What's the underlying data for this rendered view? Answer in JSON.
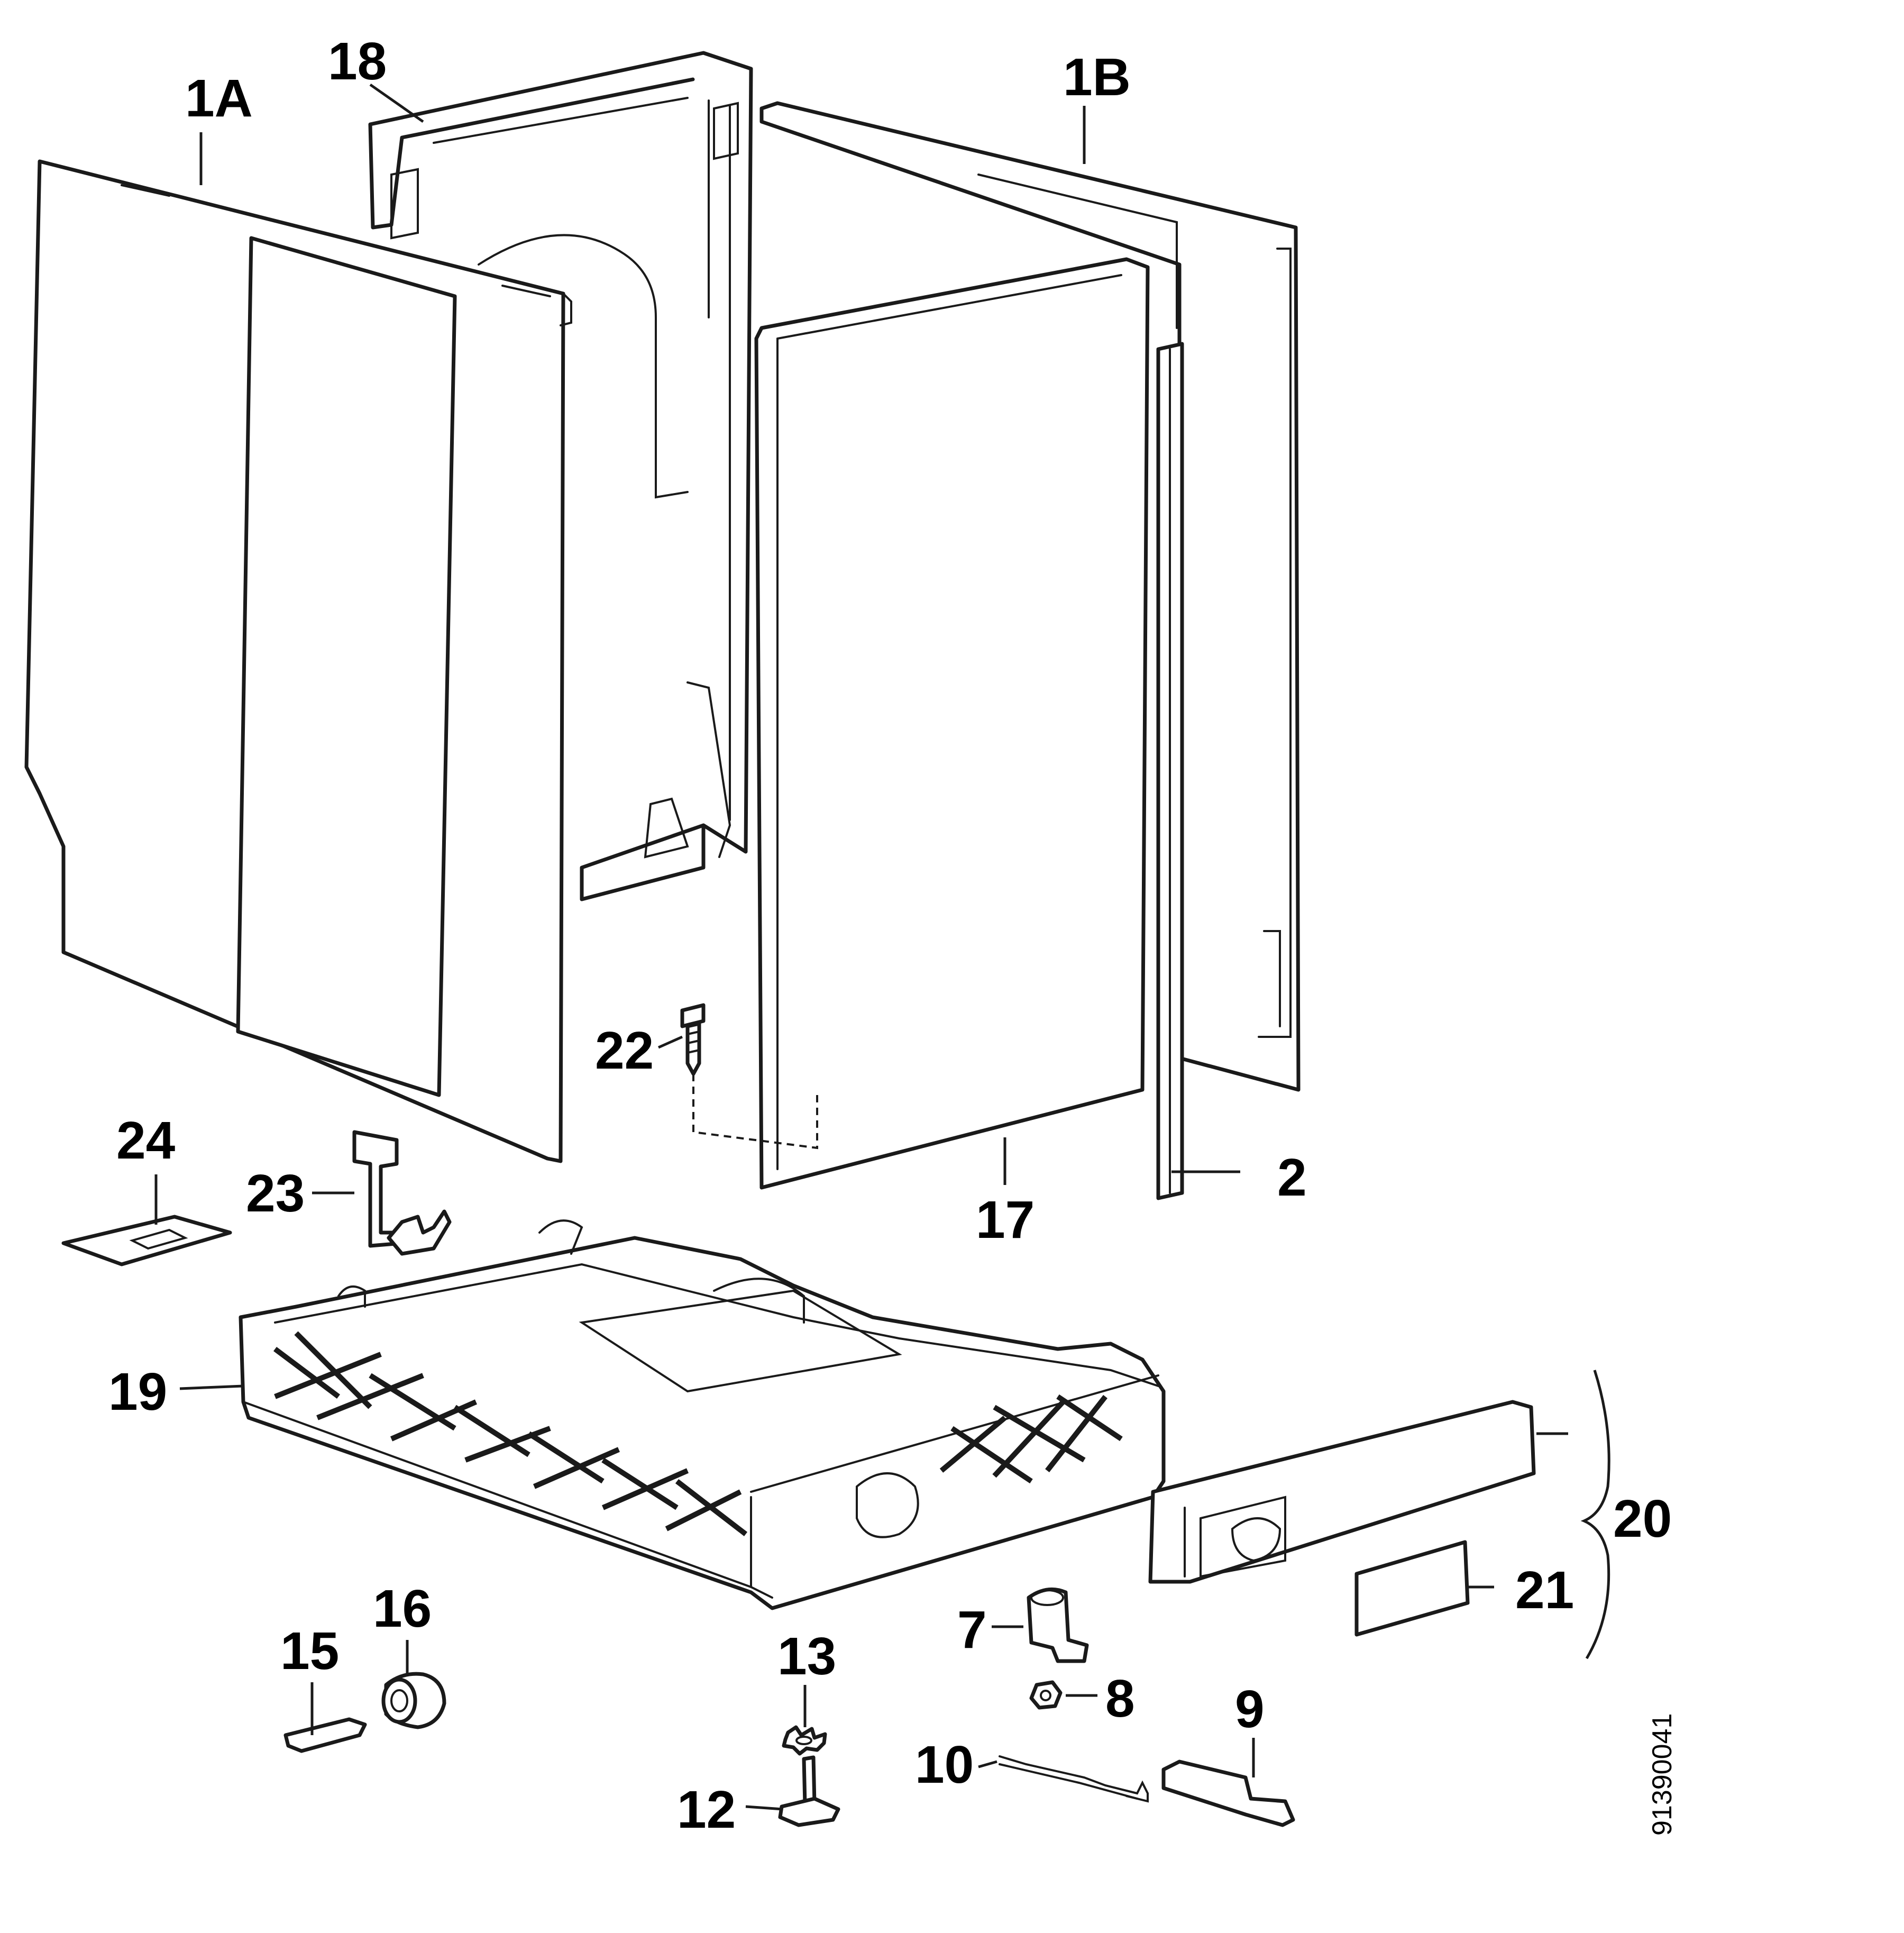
{
  "callouts": {
    "c1a": "1A",
    "c18": "18",
    "c1b": "1B",
    "c22": "22",
    "c24": "24",
    "c23": "23",
    "c17": "17",
    "c2": "2",
    "c19": "19",
    "c20": "20",
    "c21": "21",
    "c16": "16",
    "c15": "15",
    "c7": "7",
    "c13": "13",
    "c8": "8",
    "c9": "9",
    "c10": "10",
    "c12": "12"
  },
  "document_number": "91390041"
}
